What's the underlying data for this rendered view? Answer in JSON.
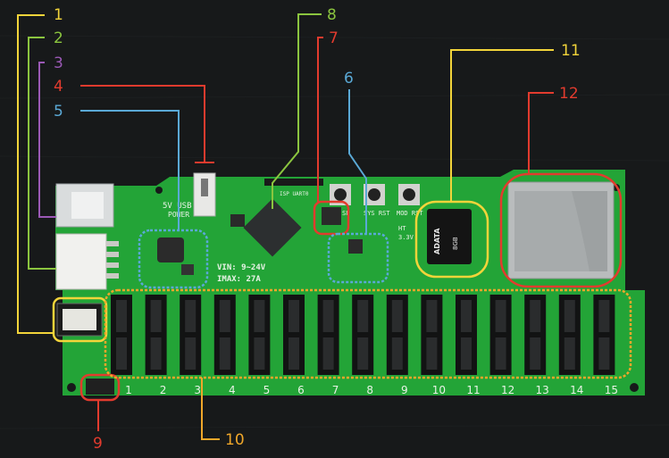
{
  "colors": {
    "background": "#17191a",
    "pcb": "#23a437",
    "pcb_edge": "#1a8a2c",
    "silkscreen": "#e8f3e6",
    "slot": "#121313",
    "yellow": "#f2d43a",
    "green": "#8bc53f",
    "purple": "#9b59b6",
    "red": "#e23b2e",
    "blue": "#5aa9d6",
    "orange": "#f0a72a"
  },
  "callouts": [
    {
      "number": "1",
      "color": "yellow"
    },
    {
      "number": "2",
      "color": "green"
    },
    {
      "number": "3",
      "color": "purple"
    },
    {
      "number": "4",
      "color": "red"
    },
    {
      "number": "5",
      "color": "blue"
    },
    {
      "number": "6",
      "color": "blue"
    },
    {
      "number": "7",
      "color": "red"
    },
    {
      "number": "8",
      "color": "green"
    },
    {
      "number": "9",
      "color": "red"
    },
    {
      "number": "10",
      "color": "orange"
    },
    {
      "number": "11",
      "color": "yellow"
    },
    {
      "number": "12",
      "color": "red"
    }
  ],
  "board": {
    "usb_label": "5V USB",
    "power_label": "POWER",
    "vin_label": "VIN: 9~24V",
    "imax_label": "IMAX: 27A",
    "isp_uart_label": "ISP UART0",
    "sys_rst_label": "SYS RST",
    "mod_rst_label": "MOD RST",
    "isp_btn_label": "SP",
    "ht_label": "HT",
    "v33_label": "3.3V",
    "sd_card_brand": "ADATA",
    "sd_card_capacity": "8GB",
    "slot_labels": [
      "1",
      "2",
      "3",
      "4",
      "5",
      "6",
      "7",
      "8",
      "9",
      "10",
      "11",
      "12",
      "13",
      "14",
      "15"
    ]
  }
}
